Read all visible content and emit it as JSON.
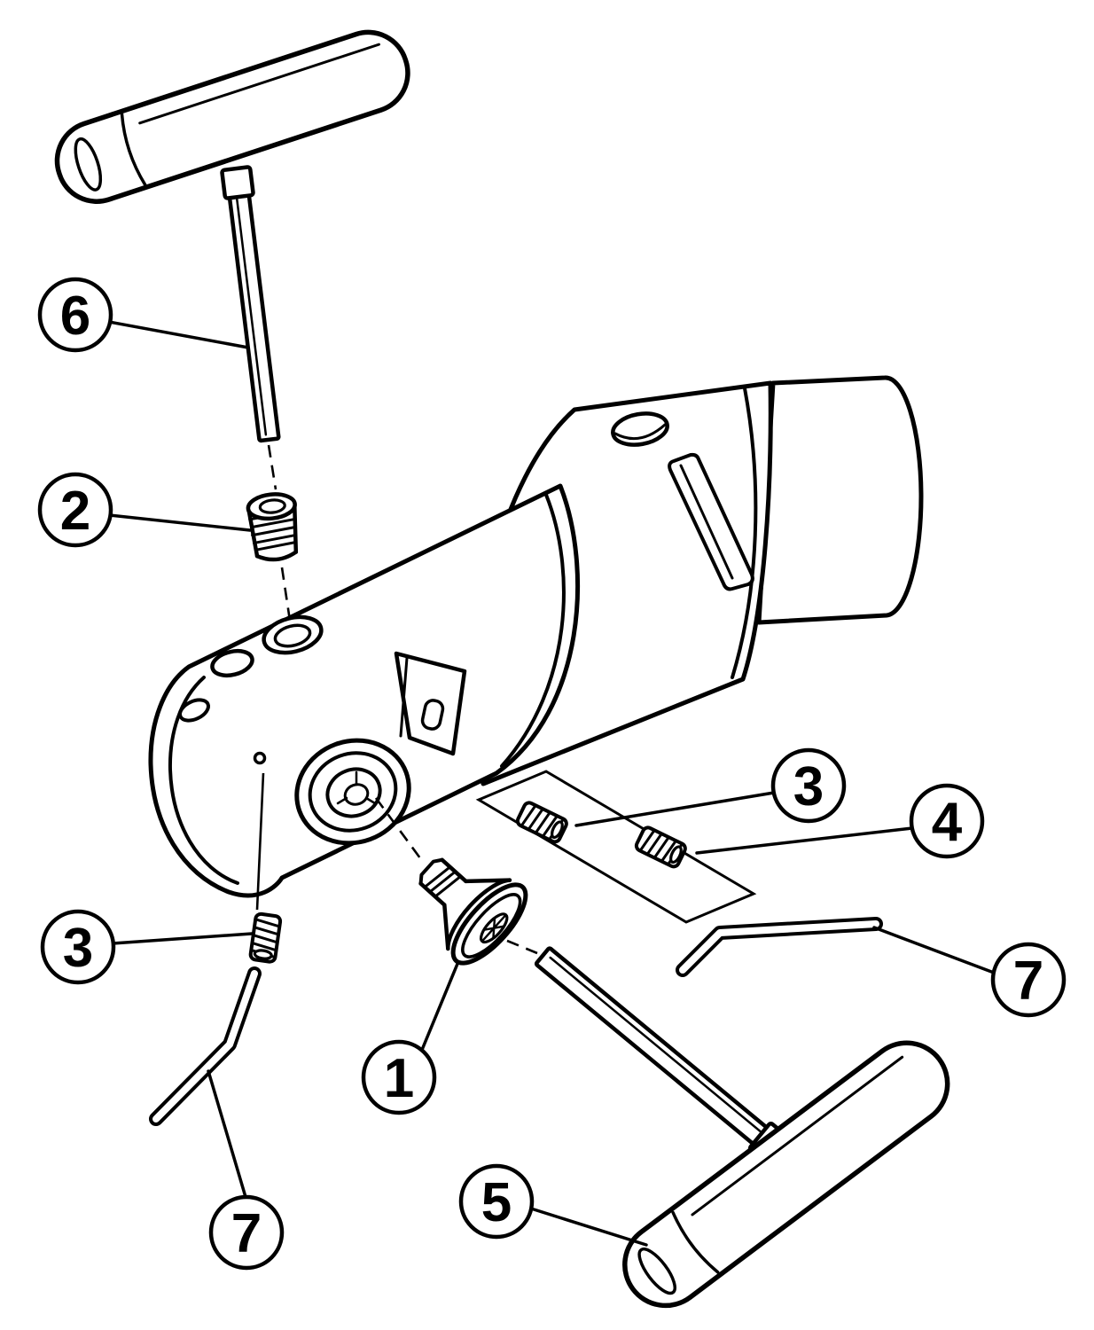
{
  "figure": {
    "type": "exploded-parts-diagram",
    "description": "Exploded assembly drawing of a tool head with set screws, clamp screw and T-handle / L-shaped hex keys",
    "background_color": "#ffffff",
    "line_color": "#000000"
  },
  "callouts": [
    {
      "id": "callout-6",
      "label": "6"
    },
    {
      "id": "callout-2",
      "label": "2"
    },
    {
      "id": "callout-3-right",
      "label": "3"
    },
    {
      "id": "callout-4",
      "label": "4"
    },
    {
      "id": "callout-7-right",
      "label": "7"
    },
    {
      "id": "callout-3-left",
      "label": "3"
    },
    {
      "id": "callout-1",
      "label": "1"
    },
    {
      "id": "callout-5",
      "label": "5"
    },
    {
      "id": "callout-7-bottom",
      "label": "7"
    }
  ]
}
